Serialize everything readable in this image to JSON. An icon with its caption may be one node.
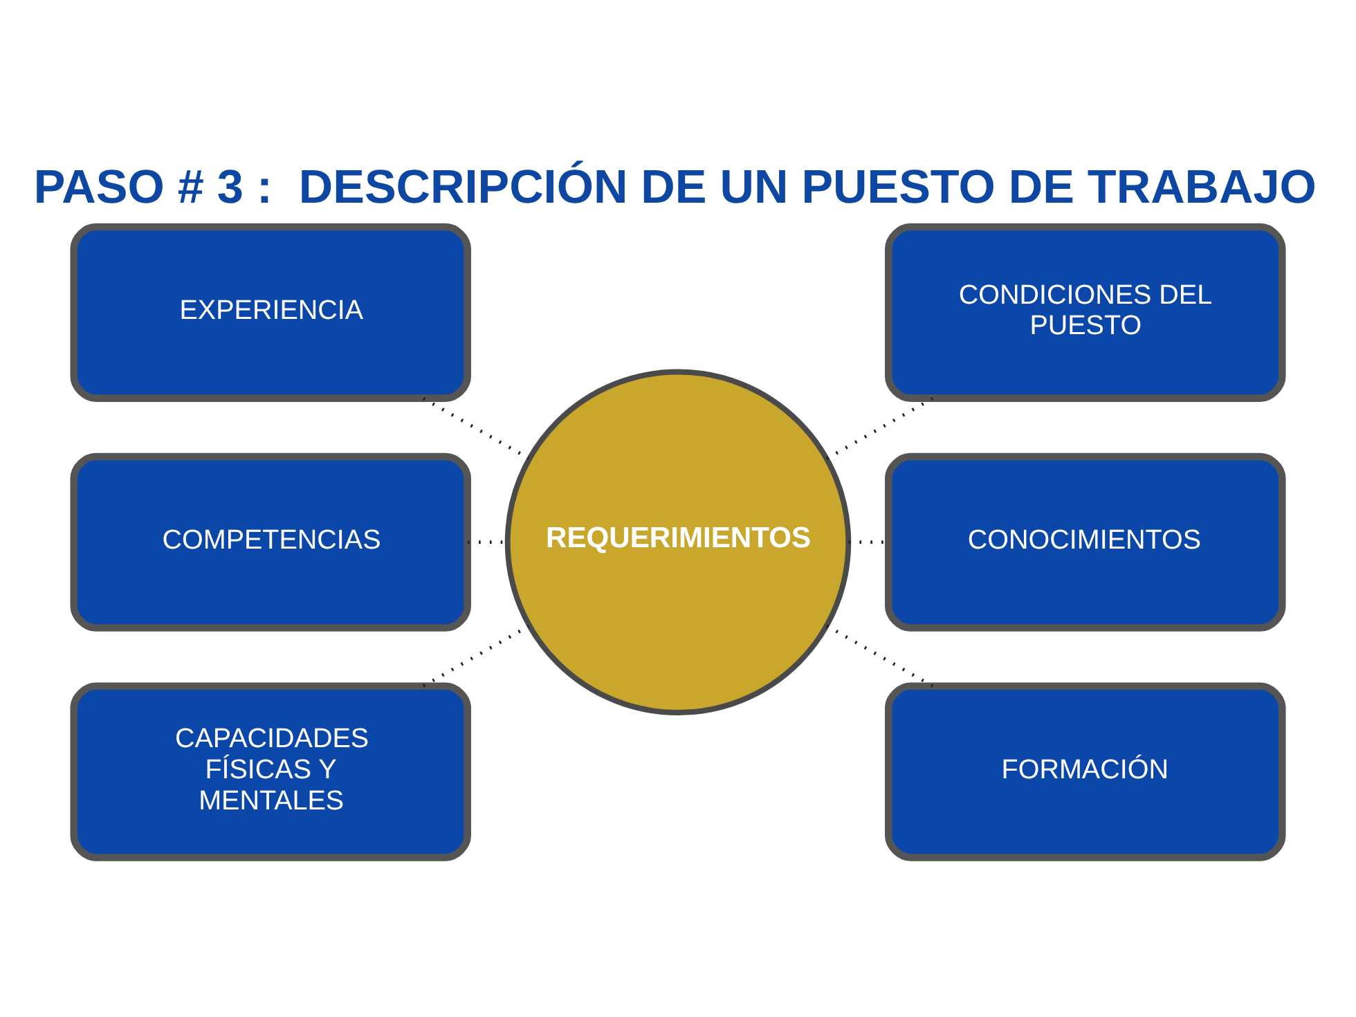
{
  "diagram": {
    "title": "PASO # 3 :  DESCRIPCIÓN DE UN PUESTO DE TRABAJO",
    "nodes": [
      {
        "text": [
          "EXPERIENCIA"
        ]
      },
      {
        "text": [
          "CONDICIONES DEL PUESTO"
        ]
      },
      {
        "text": [
          "COMPETENCIAS"
        ]
      },
      {
        "text": [
          "REQUERIMIENTOS"
        ]
      },
      {
        "text": [
          "CONOCIMIENTOS"
        ]
      },
      {
        "text": [
          "CAPACIDADES FÍSICAS Y MENTALES"
        ]
      },
      {
        "text": [
          "FORMACIÓN"
        ]
      }
    ],
    "edges": [
      {
        "from": 0,
        "to": 3,
        "arrow": "none"
      },
      {
        "from": 3,
        "to": 1,
        "arrow": "none"
      },
      {
        "from": 2,
        "to": 3,
        "arrow": "none"
      },
      {
        "from": 3,
        "to": 4,
        "arrow": "none"
      },
      {
        "from": 5,
        "to": 3,
        "arrow": "none"
      },
      {
        "from": 3,
        "to": 6,
        "arrow": "none"
      }
    ]
  }
}
